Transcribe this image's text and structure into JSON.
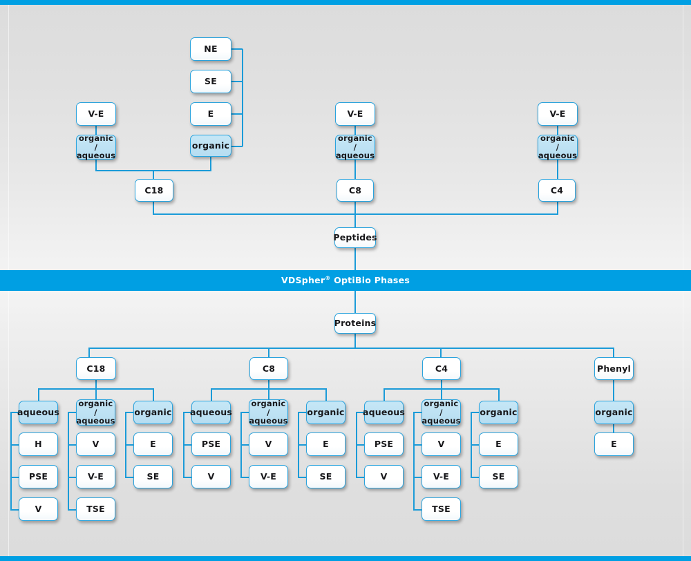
{
  "banner": {
    "text_main": "VDSpher",
    "text_reg": "®",
    "text_rest": " OptiBio Phases"
  },
  "colors": {
    "accent": "#009fe3",
    "line": "#1b9bd8",
    "node_border": "#2aa3dd",
    "node_fill_highlight": "#bde2f4",
    "node_fill_plain": "#ffffff",
    "background_top": "#dcdcdc",
    "background_mid": "#f4f4f4"
  },
  "peptides": {
    "root_label": "Peptides",
    "branches": [
      {
        "id": "c18",
        "label": "C18",
        "modes": [
          {
            "id": "organic-aqueous",
            "label": "organic /\naqueous",
            "highlight": true,
            "children": [
              {
                "label": "V-E"
              }
            ]
          },
          {
            "id": "organic",
            "label": "organic",
            "highlight": true,
            "children": [
              {
                "label": "NE"
              },
              {
                "label": "SE"
              },
              {
                "label": "E"
              }
            ]
          }
        ]
      },
      {
        "id": "c8",
        "label": "C8",
        "modes": [
          {
            "id": "organic-aqueous",
            "label": "organic /\naqueous",
            "highlight": true,
            "children": [
              {
                "label": "V-E"
              }
            ]
          }
        ]
      },
      {
        "id": "c4",
        "label": "C4",
        "modes": [
          {
            "id": "organic-aqueous",
            "label": "organic /\naqueous",
            "highlight": true,
            "children": [
              {
                "label": "V-E"
              }
            ]
          }
        ]
      }
    ]
  },
  "proteins": {
    "root_label": "Proteins",
    "branches": [
      {
        "id": "c18",
        "label": "C18",
        "modes": [
          {
            "id": "aqueous",
            "label": "aqueous",
            "highlight": true,
            "children": [
              {
                "label": "H"
              },
              {
                "label": "PSE"
              },
              {
                "label": "V"
              }
            ]
          },
          {
            "id": "organic-aqueous",
            "label": "organic /\naqueous",
            "highlight": true,
            "children": [
              {
                "label": "V"
              },
              {
                "label": "V-E"
              },
              {
                "label": "TSE"
              }
            ]
          },
          {
            "id": "organic",
            "label": "organic",
            "highlight": true,
            "children": [
              {
                "label": "E"
              },
              {
                "label": "SE"
              }
            ]
          }
        ]
      },
      {
        "id": "c8",
        "label": "C8",
        "modes": [
          {
            "id": "aqueous",
            "label": "aqueous",
            "highlight": true,
            "children": [
              {
                "label": "PSE"
              },
              {
                "label": "V"
              }
            ]
          },
          {
            "id": "organic-aqueous",
            "label": "organic /\naqueous",
            "highlight": true,
            "children": [
              {
                "label": "V"
              },
              {
                "label": "V-E"
              }
            ]
          },
          {
            "id": "organic",
            "label": "organic",
            "highlight": true,
            "children": [
              {
                "label": "E"
              },
              {
                "label": "SE"
              }
            ]
          }
        ]
      },
      {
        "id": "c4",
        "label": "C4",
        "modes": [
          {
            "id": "aqueous",
            "label": "aqueous",
            "highlight": true,
            "children": [
              {
                "label": "PSE"
              },
              {
                "label": "V"
              }
            ]
          },
          {
            "id": "organic-aqueous",
            "label": "organic /\naqueous",
            "highlight": true,
            "children": [
              {
                "label": "V"
              },
              {
                "label": "V-E"
              },
              {
                "label": "TSE"
              }
            ]
          },
          {
            "id": "organic",
            "label": "organic",
            "highlight": true,
            "children": [
              {
                "label": "E"
              },
              {
                "label": "SE"
              }
            ]
          }
        ]
      },
      {
        "id": "phenyl",
        "label": "Phenyl",
        "modes": [
          {
            "id": "organic",
            "label": "organic",
            "highlight": true,
            "children": [
              {
                "label": "E"
              }
            ]
          }
        ]
      }
    ]
  }
}
